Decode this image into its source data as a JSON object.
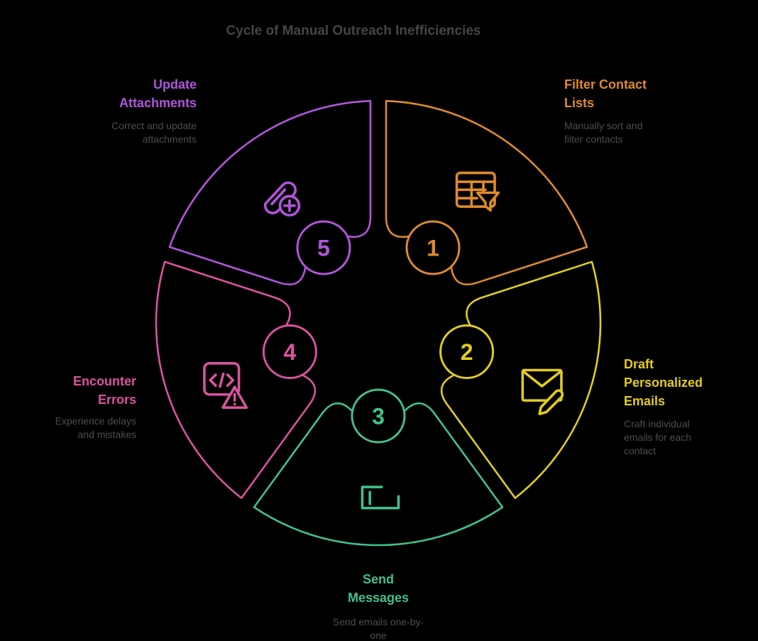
{
  "title": "Cycle of Manual Outreach Inefficiencies",
  "colors": {
    "background": "#000000",
    "title_text": "#454545",
    "description_text": "#4d4d4d"
  },
  "steps": [
    {
      "number": "1",
      "label": "Filter Contact\nLists",
      "description": "Manually sort and\nfilter contacts",
      "color": "#DE8A2E",
      "icon": "table-filter-icon"
    },
    {
      "number": "2",
      "label": "Draft\nPersonalized\nEmails",
      "description": "Craft individual\nemails for each\ncontact",
      "color": "#E3CC1D",
      "icon": "envelope-pencil-icon"
    },
    {
      "number": "3",
      "label": "Send\nMessages",
      "description": "Send emails one-by-\none",
      "color": "#40C18C",
      "icon": "send-tray-icon"
    },
    {
      "number": "4",
      "label": "Encounter\nErrors",
      "description": "Experience delays\nand mistakes",
      "color": "#D9539F",
      "icon": "code-error-icon"
    },
    {
      "number": "5",
      "label": "Update\nAttachments",
      "description": "Correct and update\nattachments",
      "color": "#B355DC",
      "icon": "paperclip-plus-icon"
    }
  ]
}
